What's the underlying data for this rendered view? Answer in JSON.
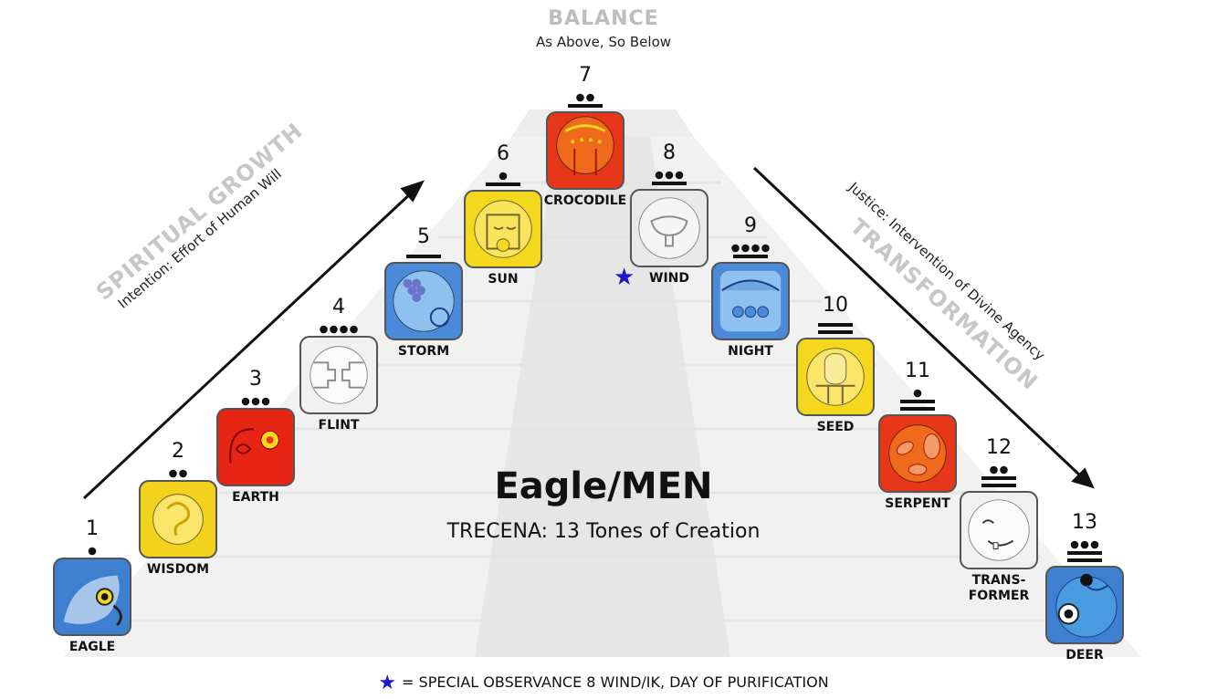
{
  "header": {
    "title": "BALANCE",
    "subtitle": "As Above, So Below"
  },
  "center": {
    "title": "Eagle/MEN",
    "subtitle": "TRECENA: 13 Tones of Creation"
  },
  "left_side": {
    "title": "SPIRITUAL GROWTH",
    "subtitle": "Intention: Effort of Human Will"
  },
  "right_side": {
    "title": "TRANSFORMATION",
    "subtitle": "Justice: Intervention of Divine Agency"
  },
  "footnote": {
    "star": "★",
    "text": "= SPECIAL OBSERVANCE  8 WIND/IK, DAY OF PURIFICATION"
  },
  "wind_star": "★",
  "tones": [
    {
      "number": "1",
      "label": "EAGLE",
      "dots": 1,
      "bars": 0,
      "color": "#3f7fd0",
      "icon": "eagle-icon"
    },
    {
      "number": "2",
      "label": "WISDOM",
      "dots": 2,
      "bars": 0,
      "color": "#f2d21c",
      "icon": "wisdom-icon"
    },
    {
      "number": "3",
      "label": "EARTH",
      "dots": 3,
      "bars": 0,
      "color": "#e82414",
      "icon": "earth-icon"
    },
    {
      "number": "4",
      "label": "FLINT",
      "dots": 4,
      "bars": 0,
      "color": "#f1f1f1",
      "icon": "flint-icon"
    },
    {
      "number": "5",
      "label": "STORM",
      "dots": 0,
      "bars": 1,
      "color": "#4a8ad8",
      "icon": "storm-icon"
    },
    {
      "number": "6",
      "label": "SUN",
      "dots": 1,
      "bars": 1,
      "color": "#f4d81e",
      "icon": "sun-icon"
    },
    {
      "number": "7",
      "label": "CROCODILE",
      "dots": 2,
      "bars": 1,
      "color": "#e8361a",
      "icon": "crocodile-icon"
    },
    {
      "number": "8",
      "label": "WIND",
      "dots": 3,
      "bars": 1,
      "color": "#e9e9e9",
      "icon": "wind-icon"
    },
    {
      "number": "9",
      "label": "NIGHT",
      "dots": 4,
      "bars": 1,
      "color": "#4a8ad8",
      "icon": "night-icon"
    },
    {
      "number": "10",
      "label": "SEED",
      "dots": 0,
      "bars": 2,
      "color": "#f4d81e",
      "icon": "seed-icon"
    },
    {
      "number": "11",
      "label": "SERPENT",
      "dots": 1,
      "bars": 2,
      "color": "#e8361a",
      "icon": "serpent-icon"
    },
    {
      "number": "12",
      "label": "TRANS-\nFORMER",
      "dots": 2,
      "bars": 2,
      "color": "#f1f1f1",
      "icon": "transformer-icon"
    },
    {
      "number": "13",
      "label": "DEER",
      "dots": 3,
      "bars": 2,
      "color": "#3f7fd0",
      "icon": "deer-icon"
    }
  ]
}
